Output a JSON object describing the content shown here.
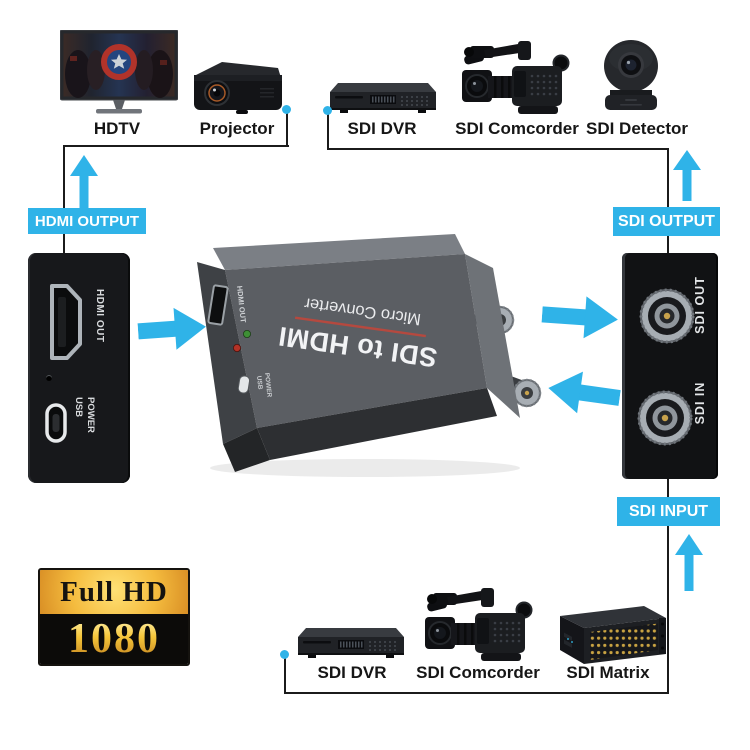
{
  "colors": {
    "accent": "#2fb3e8",
    "line": "#1b1b1b",
    "converter_body": "#5b5e63",
    "underline_red": "#b5493f"
  },
  "flow_labels": {
    "hdmi_output": "HDMI OUTPUT",
    "sdi_output": "SDI OUTPUT",
    "sdi_input": "SDI INPUT"
  },
  "top_devices": [
    {
      "name": "HDTV"
    },
    {
      "name": "Projector"
    },
    {
      "name": "SDI DVR"
    },
    {
      "name": "SDI Comcorder"
    },
    {
      "name": "SDI Detector"
    }
  ],
  "bottom_devices": [
    {
      "name": "SDI DVR"
    },
    {
      "name": "SDI Comcorder"
    },
    {
      "name": "SDI Matrix"
    }
  ],
  "hdmi_panel": {
    "port_label": "HDMI OUT",
    "usb_line1": "USB",
    "usb_line2": "POWER"
  },
  "sdi_panel": {
    "out_label": "SDI OUT",
    "in_label": "SDI IN"
  },
  "converter": {
    "product_line1": "SDI to HDMI",
    "product_line2": "Micro Converter",
    "hdmi_label": "HDMI OUT",
    "usb_line1": "USB",
    "usb_line2": "POWER"
  },
  "badge": {
    "line1": "Full HD",
    "line2": "1080"
  }
}
